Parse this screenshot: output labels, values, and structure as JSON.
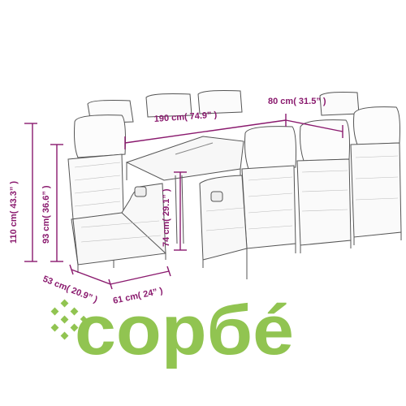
{
  "dimensions": {
    "table_length": "190 cm( 74.9” )",
    "table_width": "80 cm( 31.5” )",
    "table_height": "74 cm( 29.1” )",
    "chair_total_height": "110 cm( 43.3” )",
    "chair_back_height": "93 cm( 36.6” )",
    "chair_depth": "53 cm( 20.9” )",
    "chair_width": "61 cm( 24” )"
  },
  "watermark": {
    "brand": "сopбé"
  },
  "colors": {
    "dimension_lines": "#8a1a6e",
    "furniture_outline": "#555555",
    "watermark": "#88c043"
  }
}
